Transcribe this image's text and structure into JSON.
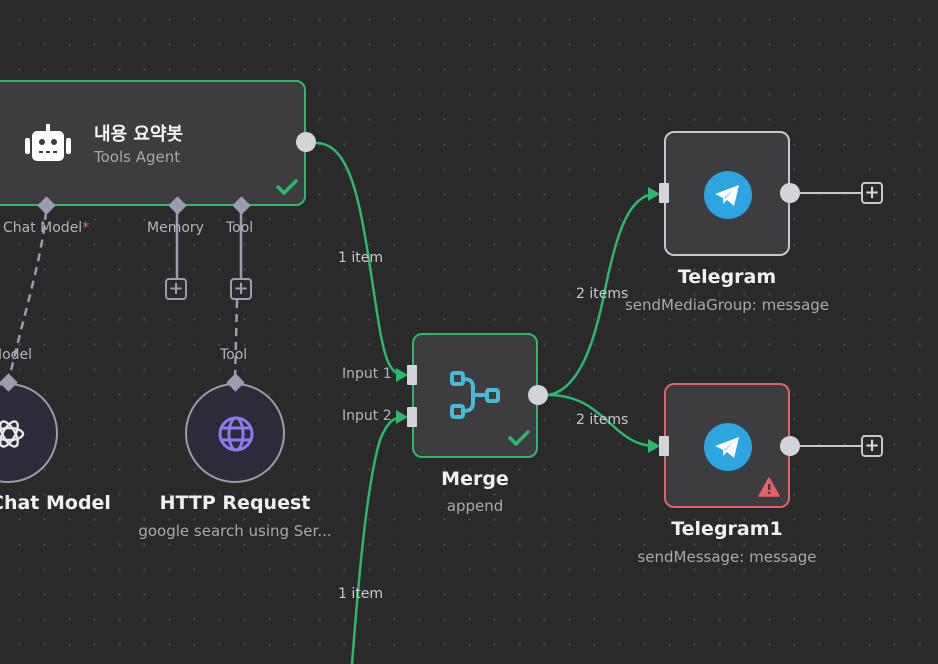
{
  "canvas": {
    "colors": {
      "background": "#2a2a2b",
      "node_fill": "#3d3d40",
      "success": "#2bb96c",
      "error": "#e5616a",
      "handle": "#d3d3da",
      "telegram": "#2ca5e0",
      "merge_icon": "#48b9d6",
      "http_icon": "#8a7cf0"
    }
  },
  "nodes": {
    "agent": {
      "title": "내용 요약봇",
      "subtitle": "Tools Agent",
      "icon": "robot-icon",
      "status": "success",
      "ports": {
        "chat_model": "Chat Model",
        "chat_model_required": "*",
        "memory": "Memory",
        "tool": "Tool"
      }
    },
    "chat_model": {
      "title": "Chat Model",
      "port_label": "Model",
      "icon": "openai-icon"
    },
    "http_request": {
      "title": "HTTP Request",
      "subtitle": "google search using Ser...",
      "port_label": "Tool",
      "icon": "globe-icon"
    },
    "merge": {
      "title": "Merge",
      "subtitle": "append",
      "icon": "merge-icon",
      "status": "success",
      "inputs": [
        "Input 1",
        "Input 2"
      ]
    },
    "telegram": {
      "title": "Telegram",
      "subtitle": "sendMediaGroup: message",
      "icon": "telegram-icon"
    },
    "telegram1": {
      "title": "Telegram1",
      "subtitle": "sendMessage: message",
      "icon": "telegram-icon",
      "status": "warning"
    }
  },
  "edges": {
    "agent_to_merge": "1 item",
    "bottom_to_merge": "1 item",
    "merge_to_telegram": "2 items",
    "merge_to_telegram1": "2 items"
  },
  "buttons": {
    "add": "+"
  }
}
